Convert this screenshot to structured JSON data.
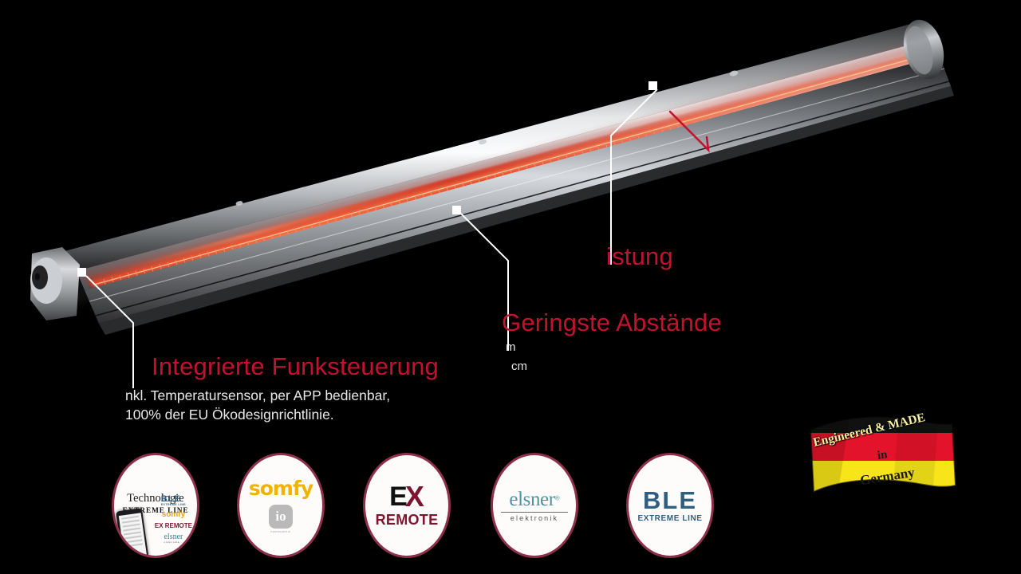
{
  "scene": {
    "background_color": "#000000",
    "accent_red": "#c2122e",
    "badge_ring_color": "#8e2f4b",
    "product_name": "infrared-heater"
  },
  "callouts": [
    {
      "id": "funksteuerung",
      "headline": "Integrierte Funksteuerung",
      "body_line_1": "nkl. Temperatursensor, per APP bedienbar,",
      "body_line_2": "100% der EU Ökodesignrichtlinie."
    },
    {
      "id": "abstaende",
      "headline": "Geringste Abstände",
      "micro_1": "m",
      "micro_2": "cm"
    },
    {
      "id": "leistung",
      "headline": "istung"
    }
  ],
  "badges": [
    {
      "id": "technologie-extreme-line",
      "title": "Technologie",
      "subtitle": "EXTREME LINE",
      "mini_logos": [
        "BLE",
        "EXTREME LINE",
        "somfy",
        "EX REMOTE",
        "elsner",
        "elektronik"
      ]
    },
    {
      "id": "somfy-io",
      "title": "somfy",
      "mark": "io",
      "mark_caption": "homecontrol"
    },
    {
      "id": "ex-remote",
      "letter_e": "E",
      "letter_x": "X",
      "subtitle": "REMOTE"
    },
    {
      "id": "elsner-elektronik",
      "title": "elsner",
      "registered": "®",
      "subtitle": "elektronik"
    },
    {
      "id": "ble-extreme-line",
      "title": "BLE",
      "subtitle": "EXTREME LINE"
    }
  ],
  "flag": {
    "id": "made-in-germany",
    "line_1": "Engineered & MADE",
    "line_2": "in",
    "line_3": "Germany",
    "colors": {
      "black": "#111111",
      "red": "#e2132a",
      "gold": "#f7e519"
    }
  }
}
